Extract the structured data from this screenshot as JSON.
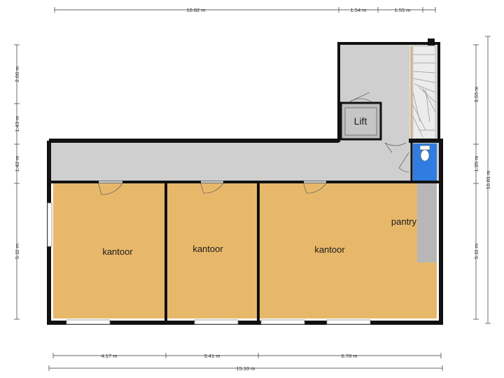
{
  "colors": {
    "office_floor": "#e8b86a",
    "corridor_floor": "#cfcfcf",
    "wall": "#111111",
    "toilet_blue": "#2f7de1",
    "pantry_counter": "#b7b7b7",
    "dimension_line": "#333333"
  },
  "rooms": {
    "office_left": "kantoor",
    "office_middle": "kantoor",
    "office_right": "kantoor",
    "pantry": "pantry",
    "lift": "Lift"
  },
  "dimensions": {
    "top": [
      "10.82 m",
      "1.54 m",
      "1.55 m"
    ],
    "bottom": [
      "4.17 m",
      "3.41 m",
      "6.78 m"
    ],
    "bottom_total": "15.10 m",
    "left": [
      "2.06 m",
      "1.43 m",
      "1.42 m",
      "5.11 m"
    ],
    "right": [
      "3.55 m",
      "1.35 m",
      "5.11 m"
    ],
    "right_total": "10.81 m"
  }
}
